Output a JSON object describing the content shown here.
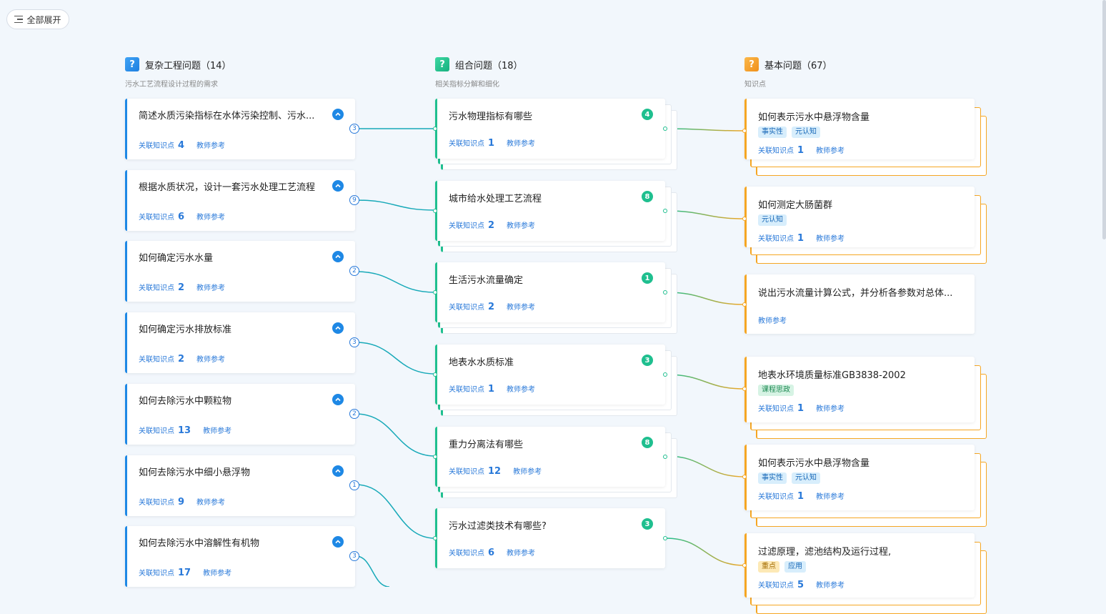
{
  "toolbar": {
    "expand_all_label": "全部展开"
  },
  "columns": [
    {
      "title": "复杂工程问题（14）",
      "subtitle": "污水工艺流程设计过程的需求",
      "badge": "?",
      "color": "#2f8fe8"
    },
    {
      "title": "组合问题（18）",
      "subtitle": "相关指标分解和细化",
      "badge": "?",
      "color": "#1fbf8f"
    },
    {
      "title": "基本问题（67）",
      "subtitle": "知识点",
      "badge": "?",
      "color": "#f5a623"
    }
  ],
  "labels": {
    "related": "关联知识点",
    "teacher": "教师参考"
  },
  "complex": [
    {
      "title": "简述水质污染指标在水体污染控制、污水...",
      "related": "4",
      "link": "3"
    },
    {
      "title": "根据水质状况，设计一套污水处理工艺流程",
      "related": "6",
      "link": "9"
    },
    {
      "title": "如何确定污水水量",
      "related": "2",
      "link": "2"
    },
    {
      "title": "如何确定污水排放标准",
      "related": "2",
      "link": "3"
    },
    {
      "title": "如何去除污水中颗粒物",
      "related": "13",
      "link": "2"
    },
    {
      "title": "如何去除污水中细小悬浮物",
      "related": "9",
      "link": "1"
    },
    {
      "title": "如何去除污水中溶解性有机物",
      "related": "17",
      "link": "3"
    }
  ],
  "combo": [
    {
      "title": "污水物理指标有哪些",
      "related": "1",
      "count": "4"
    },
    {
      "title": "城市给水处理工艺流程",
      "related": "2",
      "count": "8"
    },
    {
      "title": "生活污水流量确定",
      "related": "2",
      "count": "1"
    },
    {
      "title": "地表水水质标准",
      "related": "1",
      "count": "3"
    },
    {
      "title": "重力分离法有哪些",
      "related": "12",
      "count": "8"
    },
    {
      "title": "污水过滤类技术有哪些?",
      "related": "6",
      "count": "3"
    }
  ],
  "basic": [
    {
      "title": "如何表示污水中悬浮物含量",
      "tags": [
        "事实性",
        "元认知"
      ],
      "related": "1"
    },
    {
      "title": "如何测定大肠菌群",
      "tags": [
        "元认知"
      ],
      "related": "1"
    },
    {
      "title": "说出污水流量计算公式，并分析各参数对总体...",
      "tags": [],
      "related": ""
    },
    {
      "title": "地表水环境质量标准GB3838-2002",
      "tags": [
        "课程思政"
      ],
      "related": "1"
    },
    {
      "title": "如何表示污水中悬浮物含量",
      "tags": [
        "事实性",
        "元认知"
      ],
      "related": "1"
    },
    {
      "title": "过滤原理，滤池结构及运行过程,",
      "tags": [
        "重点",
        "应用"
      ],
      "related": "5"
    }
  ],
  "colors": {
    "blue": "#1e88e5",
    "green": "#1fbf8f",
    "orange": "#f5a623",
    "link_teal": "#17a9b8"
  },
  "icons": {
    "expand": "list-icon",
    "collapse": "chevron-up-icon",
    "badge": "question-icon"
  }
}
